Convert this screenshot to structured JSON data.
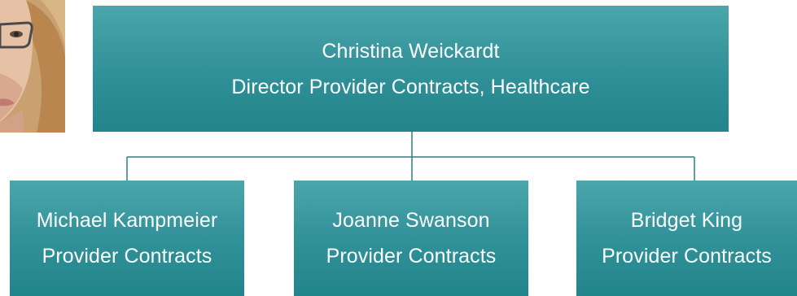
{
  "org_chart": {
    "director": {
      "name": "Christina Weickardt",
      "title": "Director Provider Contracts, Healthcare"
    },
    "reports": [
      {
        "name": "Michael Kampmeier",
        "title": "Provider Contracts"
      },
      {
        "name": "Joanne Swanson",
        "title": "Provider Contracts"
      },
      {
        "name": "Bridget King",
        "title": "Provider Contracts"
      }
    ]
  },
  "colors": {
    "box_fill": "#2f9097",
    "connector": "#2a7f86",
    "text": "#ffffff"
  }
}
